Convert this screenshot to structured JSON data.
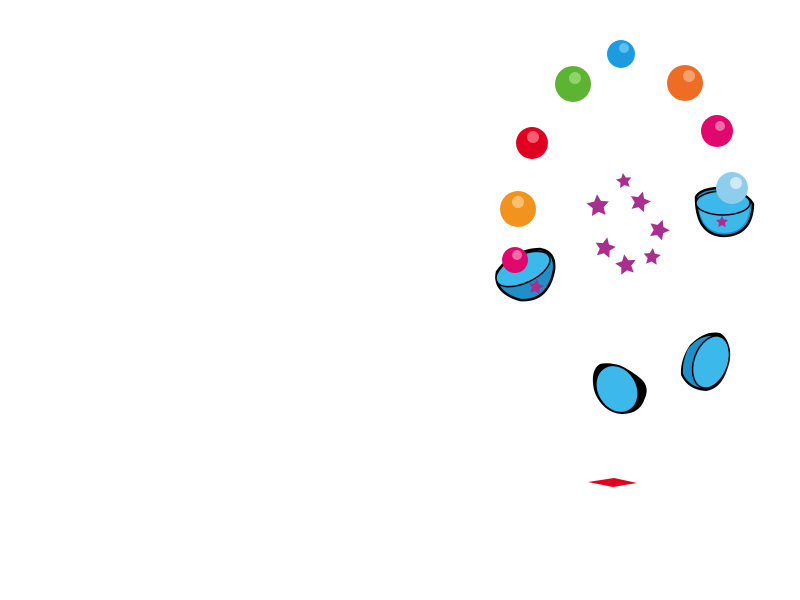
{
  "scene": {
    "background": "#ffffff",
    "balls": [
      {
        "name": "blue-ball",
        "color": "#1e9be0",
        "highlight": "#5cc0f2"
      },
      {
        "name": "green-ball",
        "color": "#5db332",
        "highlight": "#8fd466"
      },
      {
        "name": "orange-ball",
        "color": "#ef6c25",
        "highlight": "#f7a070"
      },
      {
        "name": "red-ball",
        "color": "#e1001f",
        "highlight": "#f2606f"
      },
      {
        "name": "magenta-ball",
        "color": "#e0076d",
        "highlight": "#f26aa8"
      },
      {
        "name": "amber-ball",
        "color": "#f3931f",
        "highlight": "#f9c070"
      },
      {
        "name": "pink-ball",
        "color": "#e0076d",
        "highlight": "#f26aa8"
      },
      {
        "name": "light-blue-ball",
        "color": "#8fcdec",
        "highlight": "#cfe9f8"
      }
    ],
    "capsule_color": "#3cb9ea",
    "capsule_dark": "#1f8fc8",
    "star_color": "#a82f8f",
    "star_count": 9,
    "diamond_color": "#e1001f"
  }
}
